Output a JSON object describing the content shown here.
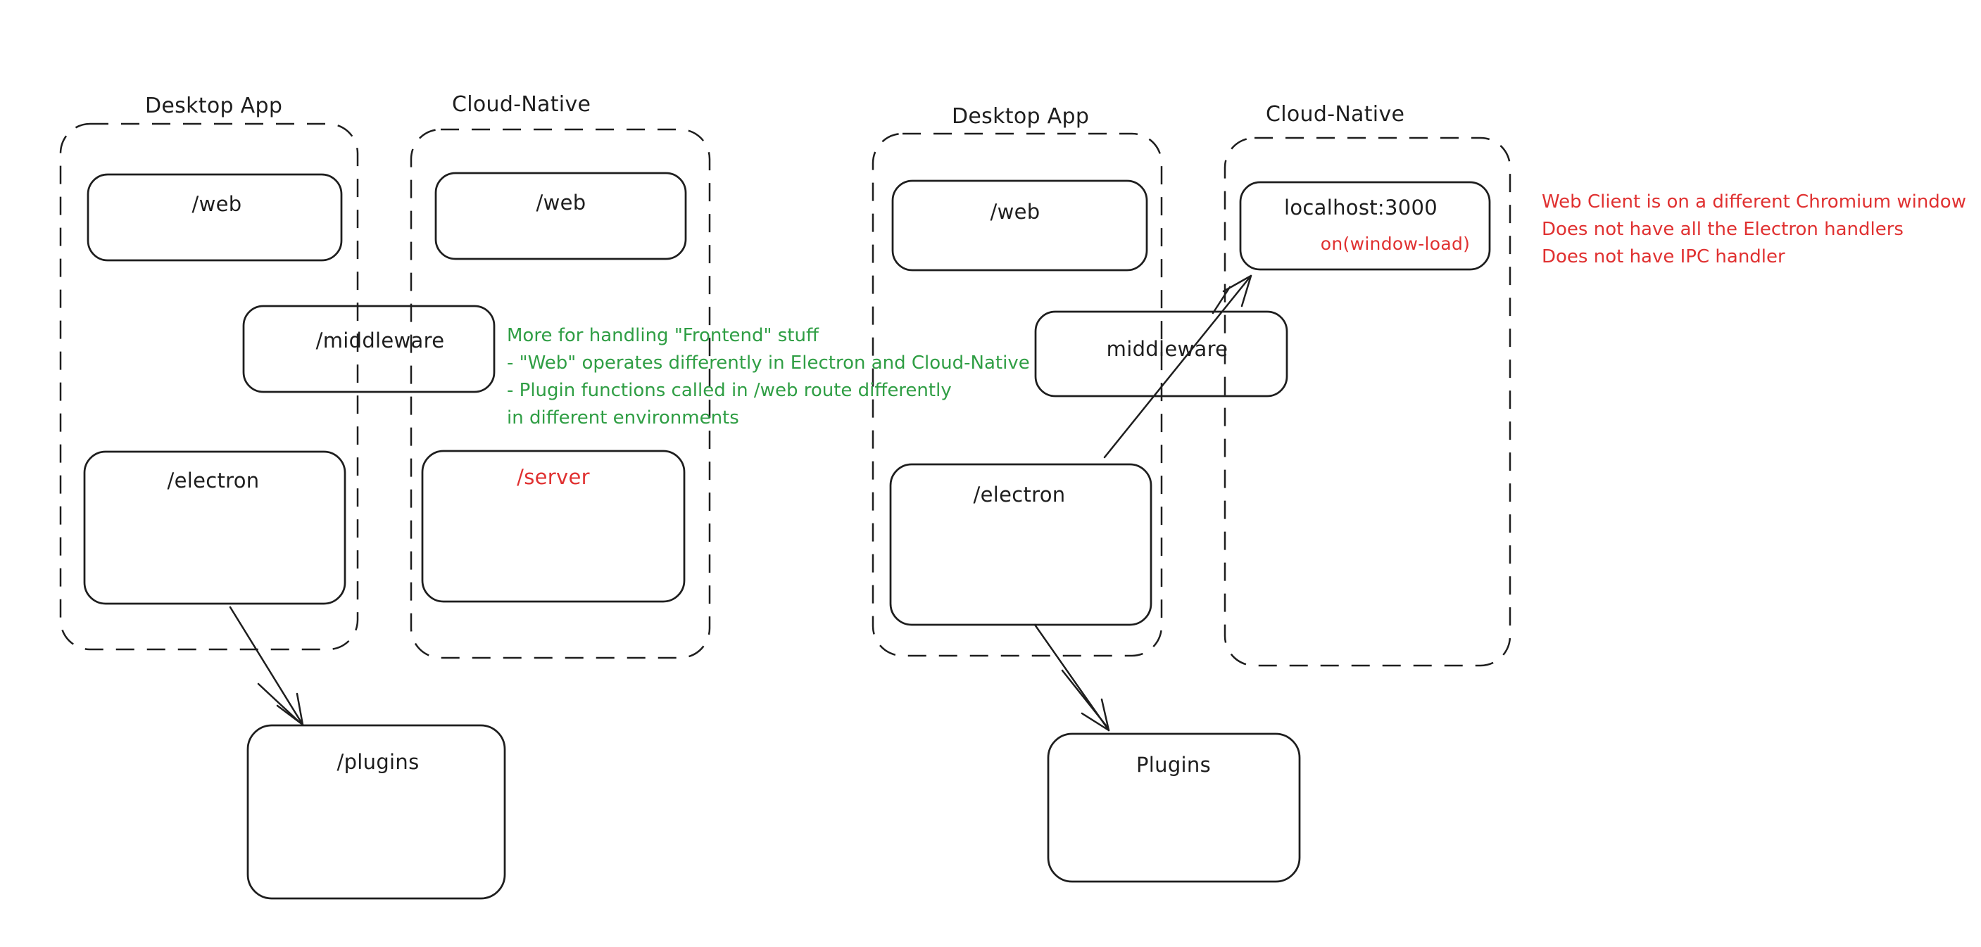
{
  "colors": {
    "stroke": "#1e1e1e",
    "green": "#2f9e44",
    "red": "#e03131",
    "canvas": "#ffffff"
  },
  "left": {
    "desktop": {
      "label": "Desktop App",
      "web": "/web",
      "electron": "/electron"
    },
    "cloud": {
      "label": "Cloud-Native",
      "web": "/web",
      "server": "/server"
    },
    "middleware": "/middleware",
    "plugins": "/plugins",
    "green_note": {
      "lines": [
        "More for handling \"Frontend\" stuff",
        "- \"Web\" operates differently in Electron and Cloud-Native",
        "- Plugin functions called in /web route differently",
        "in different environments"
      ]
    }
  },
  "right": {
    "desktop": {
      "label": "Desktop App",
      "web": "/web",
      "electron": "/electron"
    },
    "cloud": {
      "label": "Cloud-Native",
      "localhost_title": "localhost:3000",
      "localhost_event": "on(window-load)"
    },
    "middleware": "middleware",
    "plugins": "Plugins",
    "red_note": {
      "lines": [
        "Web Client is on a different Chromium window",
        "Does not have all the Electron handlers",
        "Does not have IPC handler"
      ]
    }
  }
}
